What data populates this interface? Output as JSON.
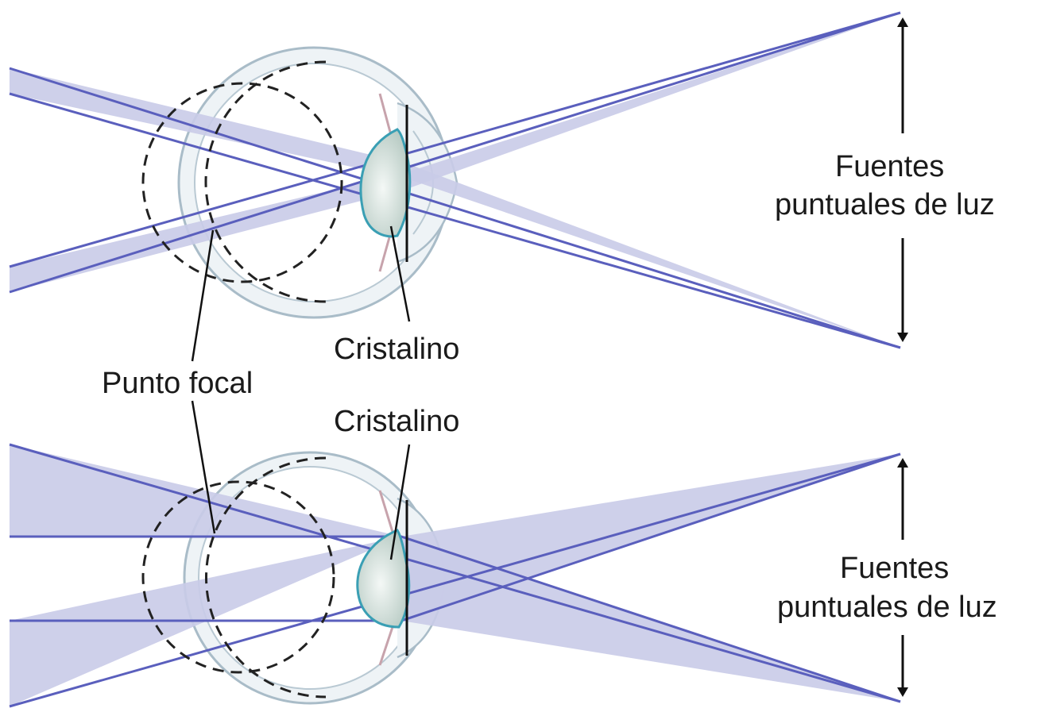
{
  "labels": {
    "top_lens": "Cristalino",
    "focal_point": "Punto focal",
    "bottom_lens": "Cristalino",
    "top_sources_line1": "Fuentes",
    "top_sources_line2": "puntuales de luz",
    "bottom_sources_line1": "Fuentes",
    "bottom_sources_line2": "puntuales de luz"
  },
  "colors": {
    "ray": "#5a5fbd",
    "ray_fill": "#c9cbe8",
    "eye_outline": "#a9bcc8",
    "eye_fill": "#eef3f6",
    "lens_outline": "#3a9fb4",
    "lens_fill": "#d4e0dc",
    "iris": "#c7a3ac",
    "leader": "#111111"
  }
}
